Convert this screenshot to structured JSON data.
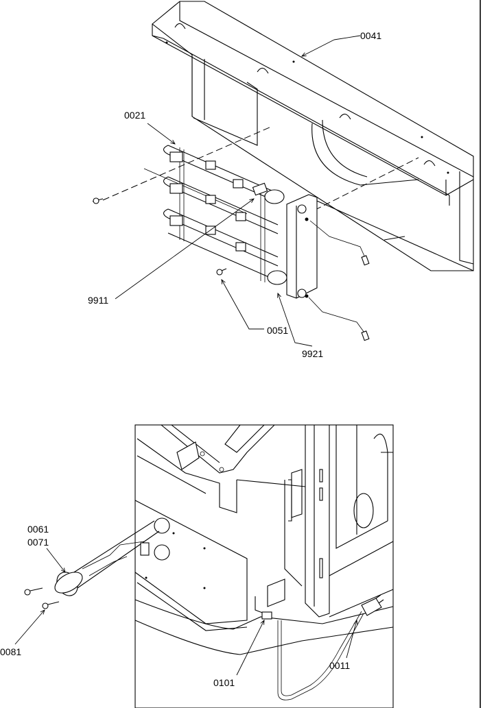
{
  "labels": {
    "part_0041": "0041",
    "part_0021": "0021",
    "part_9911": "9911",
    "part_0051": "0051",
    "part_9921": "9921",
    "part_0061": "0061",
    "part_0071": "0071",
    "part_0081": "0081",
    "part_0101": "0101",
    "part_0011": "0011"
  }
}
